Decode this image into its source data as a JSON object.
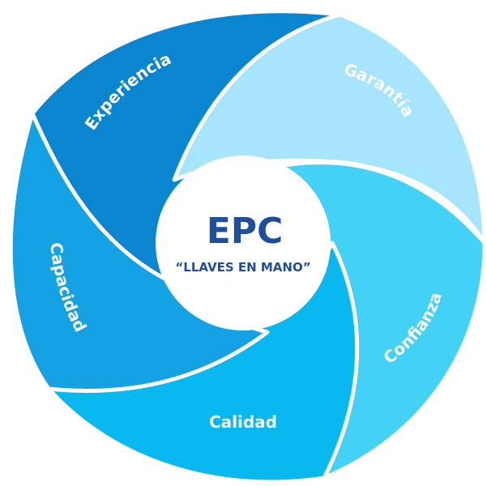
{
  "center": {
    "title": "EPC",
    "subtitle": "“LLAVES EN MANO”"
  },
  "segments": [
    {
      "label": "Experiencia",
      "color": "#0a86d0"
    },
    {
      "label": "Garantía",
      "color": "#a6e5fb"
    },
    {
      "label": "Confianza",
      "color": "#44d1f6"
    },
    {
      "label": "Calidad",
      "color": "#08b8ef"
    },
    {
      "label": "Capacidad",
      "color": "#14a2e4"
    }
  ]
}
